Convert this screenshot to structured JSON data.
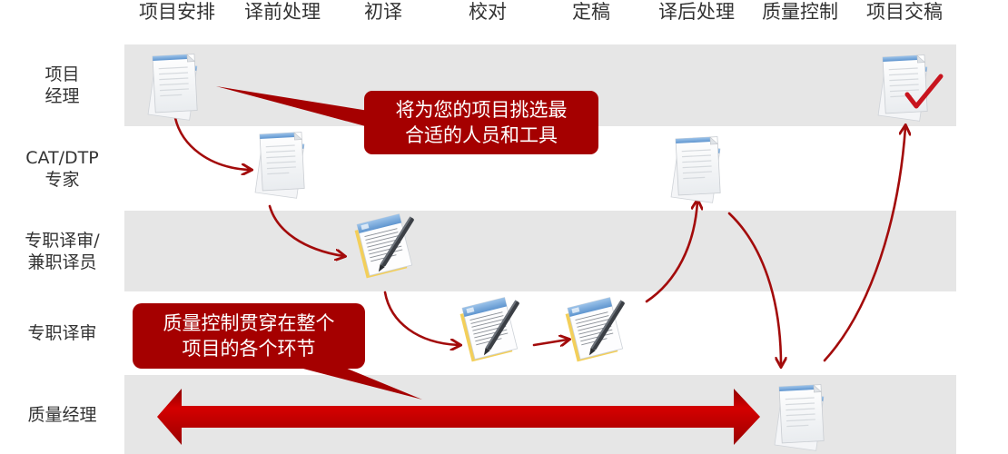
{
  "diagram": {
    "type": "swimlane-workflow",
    "colors": {
      "lane_gray": "#e6e6e6",
      "lane_white": "#ffffff",
      "accent_red": "#a50000",
      "arrow_red": "#a30b0b",
      "doc_blue": "#6fa3d8",
      "text": "#333333"
    },
    "columns": [
      {
        "label": "项目安排"
      },
      {
        "label": "译前处理"
      },
      {
        "label": "初译"
      },
      {
        "label": "校对"
      },
      {
        "label": "定稿"
      },
      {
        "label": "译后处理"
      },
      {
        "label": "质量控制"
      },
      {
        "label": "项目交稿"
      }
    ],
    "lanes": [
      {
        "label_lines": [
          "项目",
          "经理"
        ]
      },
      {
        "label_lines": [
          "CAT/DTP",
          "专家"
        ]
      },
      {
        "label_lines": [
          "专职译审/",
          "兼职译员"
        ]
      },
      {
        "label_lines": [
          "专职译审"
        ]
      },
      {
        "label_lines": [
          "质量经理"
        ]
      }
    ],
    "nodes": [
      {
        "lane": "项目经理",
        "column": "项目安排",
        "icon": "document-icon"
      },
      {
        "lane": "CAT/DTP专家",
        "column": "译前处理",
        "icon": "document-icon"
      },
      {
        "lane": "专职译审/兼职译员",
        "column": "初译",
        "icon": "document-pen-icon"
      },
      {
        "lane": "专职译审",
        "column": "校对",
        "icon": "document-pen-icon"
      },
      {
        "lane": "专职译审",
        "column": "定稿",
        "icon": "document-pen-icon"
      },
      {
        "lane": "CAT/DTP专家",
        "column": "译后处理",
        "icon": "document-icon"
      },
      {
        "lane": "质量经理",
        "column": "质量控制",
        "icon": "document-icon"
      },
      {
        "lane": "项目经理",
        "column": "项目交稿",
        "icon": "document-check-icon"
      }
    ],
    "callouts": [
      {
        "lines": [
          "将为您的项目挑选最",
          "合适的人员和工具"
        ]
      },
      {
        "lines": [
          "质量控制贯穿在整个",
          "项目的各个环节"
        ]
      }
    ]
  }
}
